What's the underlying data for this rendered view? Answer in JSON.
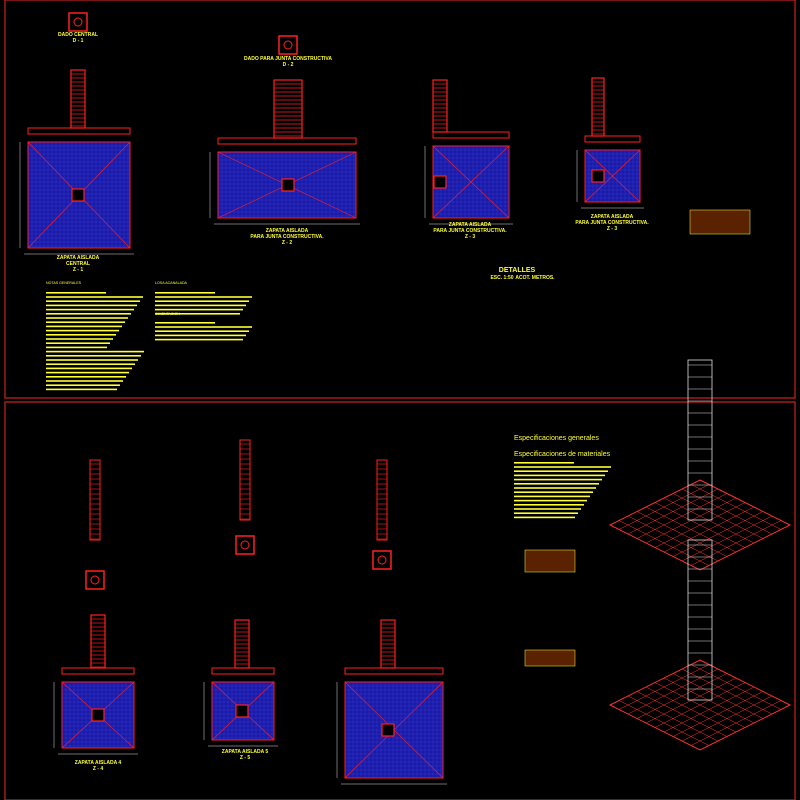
{
  "colors": {
    "background": "#000000",
    "frame": "#cc2222",
    "slab": "#1a1aa8",
    "rebar": "#ff2020",
    "text": "#ffff33",
    "iso_red": "#ff3333",
    "iso_white": "#dddddd"
  },
  "sheet_top": {
    "dado_central": {
      "title": "DADO CENTRAL",
      "code": "D - 1"
    },
    "dado_junta": {
      "title": "DADO PARA JUNTA CONSTRUCTIVA",
      "code": "D - 2"
    },
    "footings": [
      {
        "title": "ZAPATA AISLADA",
        "subtitle": "CENTRAL",
        "code": "Z - 1"
      },
      {
        "title": "ZAPATA AISLADA",
        "subtitle": "PARA JUNTA CONSTRUCTIVA.",
        "code": "Z - 2"
      },
      {
        "title": "ZAPATA AISLADA",
        "subtitle": "PARA JUNTA CONSTRUCTIVA.",
        "code": "Z - 3"
      },
      {
        "title": "ZAPATA AISLADA",
        "subtitle": "PARA JUNTA CONSTRUCTIVA.",
        "code": "Z - 3"
      }
    ],
    "detalles": {
      "title": "DETALLES",
      "scale": "ESC. 1:50",
      "units": "ACOT. METROS."
    },
    "notes": {
      "notas_generales": "NOTAS GENERALES",
      "losa_acanalada": "LOSA ACANALADA",
      "cimentacion": "CIMENTACION"
    }
  },
  "sheet_bottom": {
    "specs": {
      "general": "Especificaciones generales",
      "materials": "Especificaciones de materiales"
    },
    "footings": [
      {
        "title": "ZAPATA AISLADA 4",
        "code": "Z - 4"
      },
      {
        "title": "ZAPATA AISLADA 5",
        "code": "Z - 5"
      }
    ]
  }
}
